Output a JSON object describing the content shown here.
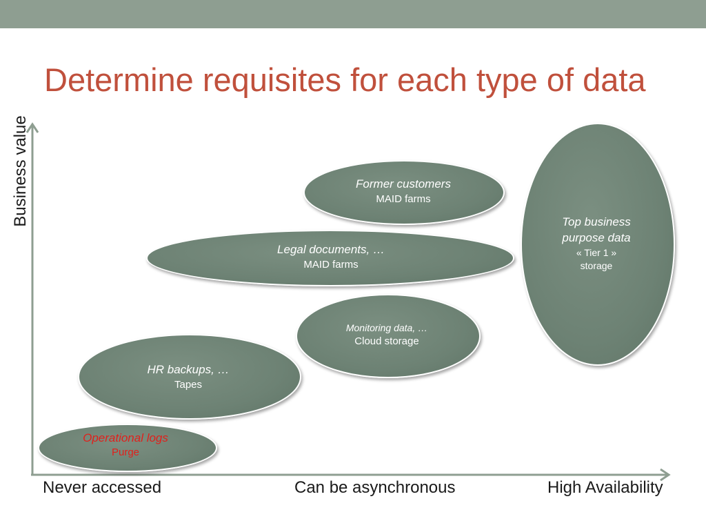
{
  "title": "Determine requisites for each type of data",
  "y_axis_label": "Business value",
  "x_axis_labels": [
    "Never accessed",
    "Can be asynchronous",
    "High Availability"
  ],
  "bubbles": [
    {
      "title": "Former customers",
      "subtitle": "MAID farms"
    },
    {
      "title": "Legal documents, …",
      "subtitle": "MAID farms"
    },
    {
      "title": "Top business purpose data",
      "title_line1": "Top business",
      "title_line2": "purpose data",
      "subtitle_line1": "« Tier 1 »",
      "subtitle_line2": "storage"
    },
    {
      "title": "Monitoring data, …",
      "subtitle": "Cloud storage"
    },
    {
      "title": "HR backups, …",
      "subtitle": "Tapes"
    },
    {
      "title": "Operational logs",
      "subtitle": "Purge"
    }
  ],
  "colors": {
    "top_bar": "#8e9e91",
    "title": "#c0503c",
    "bubble_fill": "#6d8274",
    "highlight_text": "#e0201c"
  }
}
